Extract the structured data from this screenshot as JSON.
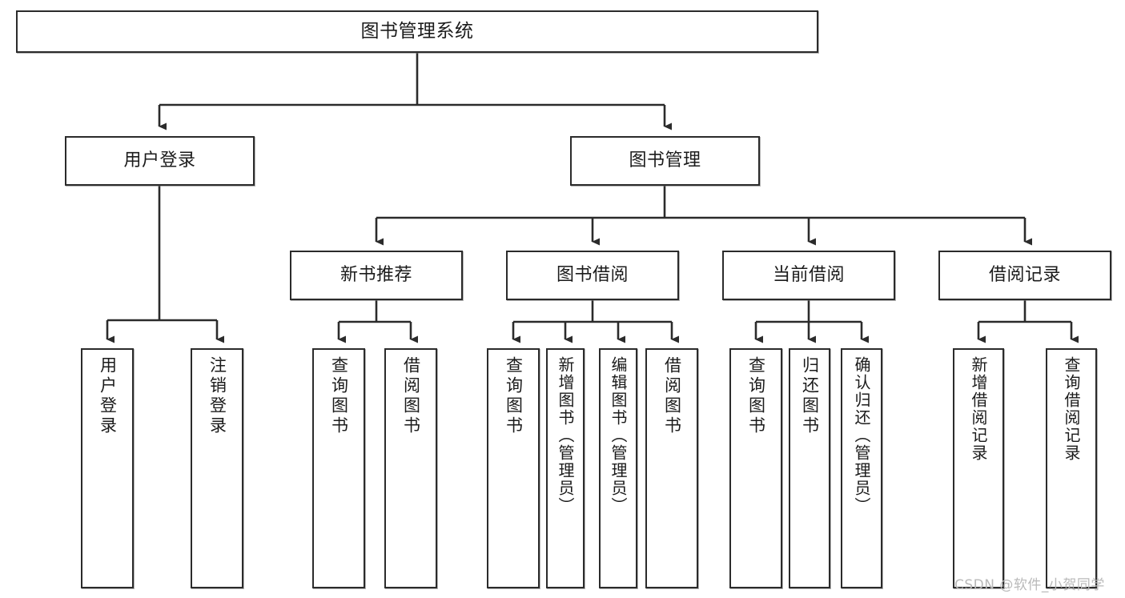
{
  "diagram": {
    "title": "图书管理系统",
    "type": "tree-hierarchy",
    "root": {
      "label": "图书管理系统"
    },
    "level2": [
      {
        "id": "user-login",
        "label": "用户登录"
      },
      {
        "id": "book-management",
        "label": "图书管理"
      }
    ],
    "level3": [
      {
        "id": "new-book-recommend",
        "label": "新书推荐",
        "parent": "book-management"
      },
      {
        "id": "book-borrow",
        "label": "图书借阅",
        "parent": "book-management"
      },
      {
        "id": "current-borrow",
        "label": "当前借阅",
        "parent": "book-management"
      },
      {
        "id": "borrow-record",
        "label": "借阅记录",
        "parent": "book-management"
      }
    ],
    "leaves": [
      {
        "id": "leaf-user-login",
        "label": "用户登录",
        "parent": "user-login"
      },
      {
        "id": "leaf-logout",
        "label": "注销登录",
        "parent": "user-login"
      },
      {
        "id": "leaf-query-book-1",
        "label": "查询图书",
        "parent": "new-book-recommend"
      },
      {
        "id": "leaf-borrow-book-1",
        "label": "借阅图书",
        "parent": "new-book-recommend"
      },
      {
        "id": "leaf-query-book-2",
        "label": "查询图书",
        "parent": "book-borrow"
      },
      {
        "id": "leaf-add-book",
        "label": "新增图书（管理员）",
        "parent": "book-borrow"
      },
      {
        "id": "leaf-edit-book",
        "label": "编辑图书（管理员）",
        "parent": "book-borrow"
      },
      {
        "id": "leaf-borrow-book-2",
        "label": "借阅图书",
        "parent": "book-borrow"
      },
      {
        "id": "leaf-query-book-3",
        "label": "查询图书",
        "parent": "current-borrow"
      },
      {
        "id": "leaf-return-book",
        "label": "归还图书",
        "parent": "current-borrow"
      },
      {
        "id": "leaf-confirm-return",
        "label": "确认归还（管理员）",
        "parent": "current-borrow"
      },
      {
        "id": "leaf-add-record",
        "label": "新增借阅记录",
        "parent": "borrow-record"
      },
      {
        "id": "leaf-query-record",
        "label": "查询借阅记录",
        "parent": "borrow-record"
      }
    ]
  },
  "watermark": {
    "text": "CSDN @软件_小贺同学"
  },
  "colors": {
    "stroke": "#2b2b2b",
    "background": "#ffffff",
    "text": "#1b1b1b",
    "watermark": "#b9b9b9"
  }
}
